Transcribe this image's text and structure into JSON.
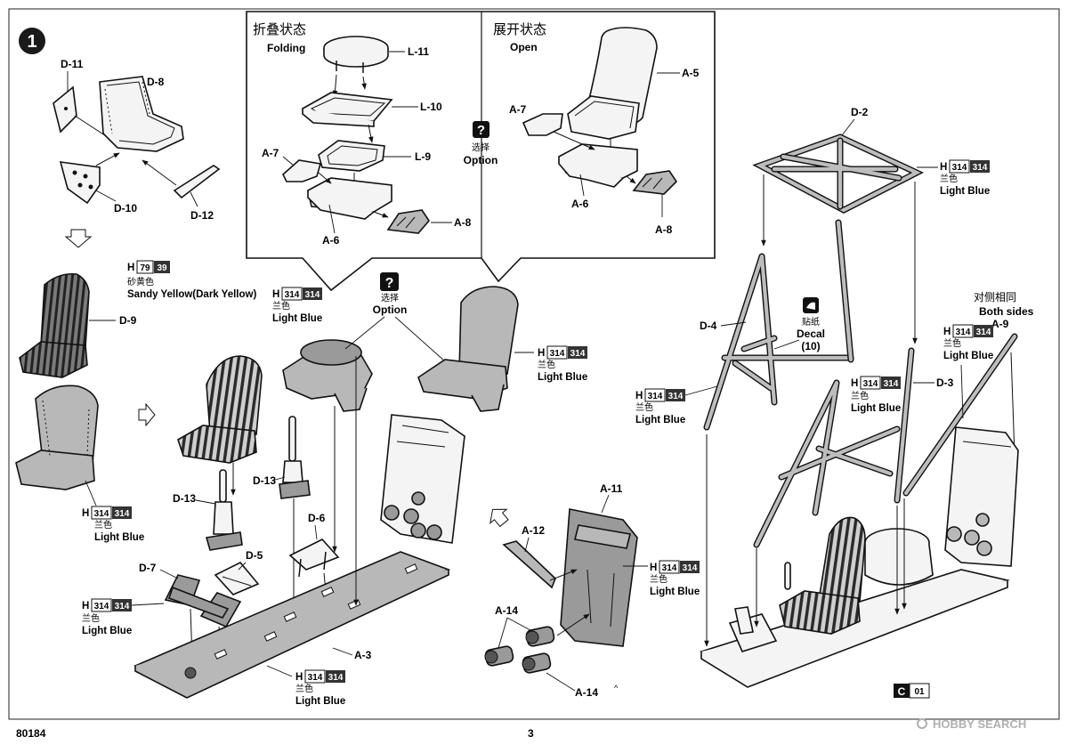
{
  "step": {
    "number": "1"
  },
  "inset_folding": {
    "title_cn": "折叠状态",
    "title_en": "Folding"
  },
  "inset_open": {
    "title_cn": "展开状态",
    "title_en": "Open"
  },
  "option": {
    "icon": "question-icon",
    "cn": "选择",
    "en": "Option"
  },
  "decal": {
    "icon": "decal-icon",
    "cn": "贴纸",
    "en": "Decal",
    "number": "(10)"
  },
  "both_sides": {
    "cn": "对侧相同",
    "en": "Both sides"
  },
  "paints": {
    "sandy_yellow": {
      "prefix": "H",
      "code1": "79",
      "code2": "39",
      "cn": "砂黄色",
      "en": "Sandy Yellow(Dark Yellow)"
    },
    "light_blue": {
      "prefix": "H",
      "code1": "314",
      "code2": "314",
      "cn": "兰色",
      "en": "Light Blue"
    }
  },
  "parts": {
    "d11": "D-11",
    "d8": "D-8",
    "d10": "D-10",
    "d12": "D-12",
    "d9": "D-9",
    "l11": "L-11",
    "l10": "L-10",
    "l9": "L-9",
    "a7": "A-7",
    "a6": "A-6",
    "a8": "A-8",
    "a5": "A-5",
    "d13": "D-13",
    "d6": "D-6",
    "d5": "D-5",
    "d7": "D-7",
    "a3": "A-3",
    "a11": "A-11",
    "a12": "A-12",
    "a14": "A-14",
    "d2": "D-2",
    "d4": "D-4",
    "d3": "D-3",
    "a9": "A-9"
  },
  "footer": {
    "kit_number": "80184",
    "page_number": "3",
    "code_box": "C",
    "code_num": "01",
    "watermark": "HOBBY SEARCH"
  },
  "colors": {
    "ink": "#111111",
    "grey": "#9a9a9a",
    "light_grey": "#b8b8b8",
    "badge_dark": "#333333"
  }
}
